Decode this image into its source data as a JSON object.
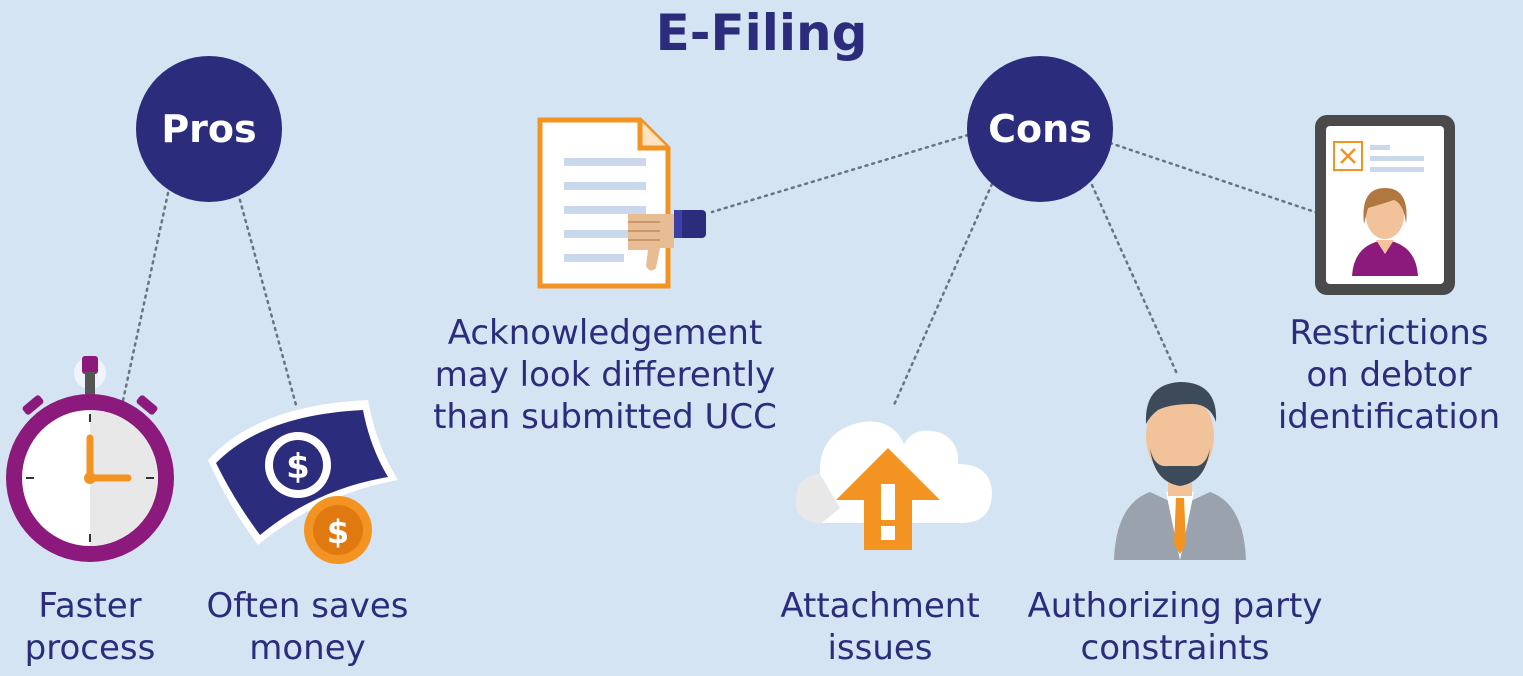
{
  "title": "E-Filing",
  "pros": {
    "heading": "Pros",
    "items": [
      {
        "label": "Faster\nprocess",
        "icon": "stopwatch-icon"
      },
      {
        "label": "Often saves\nmoney",
        "icon": "money-icon"
      }
    ]
  },
  "cons": {
    "heading": "Cons",
    "items": [
      {
        "label": "Acknowledgement\nmay look differently\nthan submitted UCC",
        "icon": "document-thumbs-down-icon"
      },
      {
        "label": "Attachment\nissues",
        "icon": "cloud-warning-icon"
      },
      {
        "label": "Authorizing party\nconstraints",
        "icon": "businessman-icon"
      },
      {
        "label": "Restrictions\non debtor\nidentification",
        "icon": "id-card-icon"
      }
    ]
  },
  "colors": {
    "background": "#d4e4f3",
    "navy": "#2b2d7c",
    "orange": "#f39321",
    "purple": "#8b1a7c"
  }
}
